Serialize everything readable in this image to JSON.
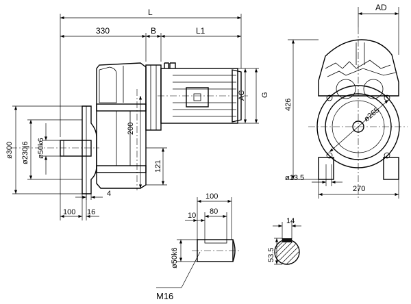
{
  "dimensions": {
    "overall_length": "L",
    "motor_offset": "330",
    "bearing_width": "B",
    "motor_length": "L1",
    "motor_ac": "AC",
    "motor_g": "G",
    "flange_dia": "ø300",
    "spigot_dia": "ø230j6",
    "shaft_dia": "ø50k6",
    "center_height": "200",
    "foot_height": "121",
    "flange_thickness": "4",
    "shaft_length": "100",
    "flange_width": "16",
    "ad": "AD",
    "end_height": "426",
    "pcd": "ø265",
    "bolt_hole": "ø13.5",
    "base_width": "270",
    "detail_shaft_length": "100",
    "detail_key_length": "80",
    "detail_key_offset": "10",
    "detail_shaft_dia": "ø50k6",
    "center_thread": "M16",
    "key_width": "14",
    "key_depth": "53.5"
  }
}
